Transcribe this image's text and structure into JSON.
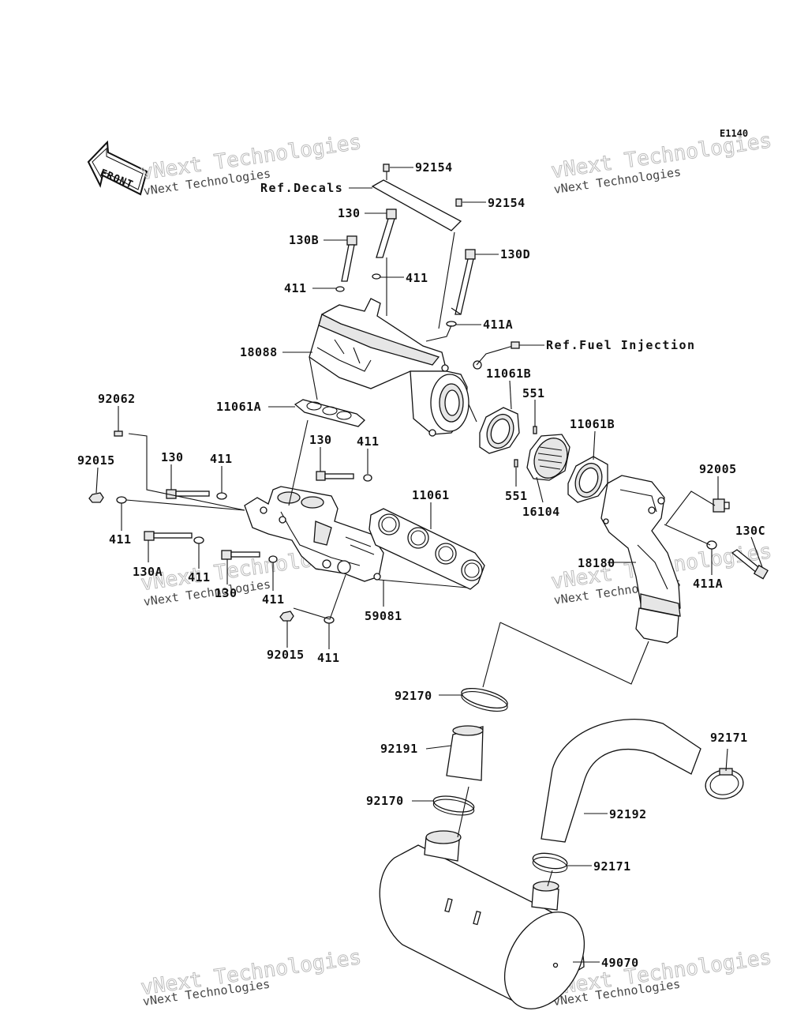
{
  "diagram_code": "E1140",
  "front_label": "FRONT",
  "watermark": {
    "line1": "vNext Technologies",
    "line2": "vNext Technologies"
  },
  "refs": {
    "decals": "Ref.Decals",
    "fuel_injection": "Ref.Fuel Injection"
  },
  "labels": {
    "p92154_a": "92154",
    "p92154_b": "92154",
    "p130_top": "130",
    "p130B": "130B",
    "p130D": "130D",
    "p411_a": "411",
    "p411_b": "411",
    "p411A_top": "411A",
    "p18088": "18088",
    "p11061B_a": "11061B",
    "p551_a": "551",
    "p11061B_b": "11061B",
    "p11061A": "11061A",
    "p92062": "92062",
    "p130_mid": "130",
    "p411_c": "411",
    "p92015_a": "92015",
    "p130_left": "130",
    "p411_d": "411",
    "p11061": "11061",
    "p551_b": "551",
    "p16104": "16104",
    "p92005": "92005",
    "p130C": "130C",
    "p411_e": "411",
    "p130A": "130A",
    "p411_f": "411",
    "p130_low": "130",
    "p411_g": "411",
    "p18180": "18180",
    "p411A_right": "411A",
    "p59081": "59081",
    "p92015_b": "92015",
    "p411_h": "411",
    "p92170_a": "92170",
    "p92191": "92191",
    "p92171_a": "92171",
    "p92170_b": "92170",
    "p92192": "92192",
    "p92171_b": "92171",
    "p49070": "49070"
  }
}
